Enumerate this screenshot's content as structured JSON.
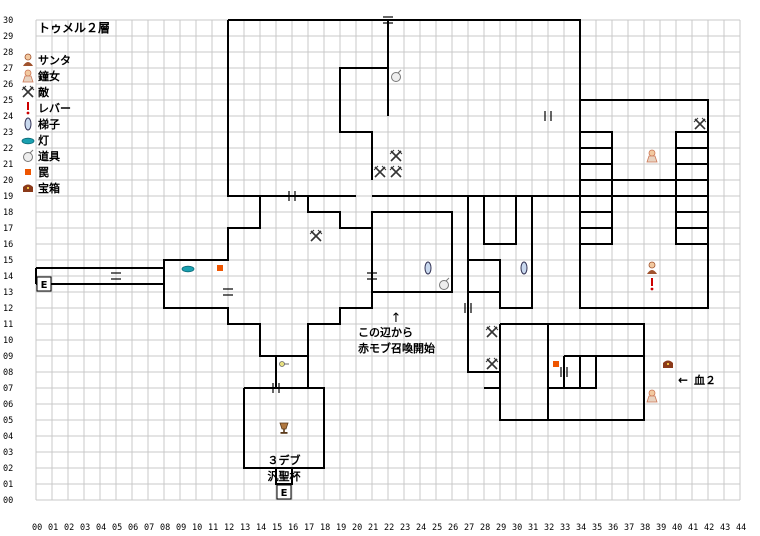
{
  "map_title": "トゥメル２層",
  "x_axis_labels": [
    "00",
    "01",
    "02",
    "03",
    "04",
    "05",
    "06",
    "07",
    "08",
    "09",
    "10",
    "11",
    "12",
    "13",
    "14",
    "15",
    "16",
    "17",
    "18",
    "19",
    "20",
    "21",
    "22",
    "23",
    "24",
    "25",
    "26",
    "27",
    "28",
    "29",
    "30",
    "31",
    "32",
    "33",
    "34",
    "35",
    "36",
    "37",
    "38",
    "39",
    "40",
    "41",
    "42",
    "43",
    "44"
  ],
  "y_axis_labels": [
    "00",
    "01",
    "02",
    "03",
    "04",
    "05",
    "06",
    "07",
    "08",
    "09",
    "10",
    "11",
    "12",
    "13",
    "14",
    "15",
    "16",
    "17",
    "18",
    "19",
    "20",
    "21",
    "22",
    "23",
    "24",
    "25",
    "26",
    "27",
    "28",
    "29",
    "30"
  ],
  "legend": [
    {
      "icon": "santa-icon",
      "label": "サンタ"
    },
    {
      "icon": "bell-woman-icon",
      "label": "鐘女"
    },
    {
      "icon": "enemy-icon",
      "label": "敵"
    },
    {
      "icon": "lever-icon",
      "label": "レバー"
    },
    {
      "icon": "ladder-icon",
      "label": "梯子"
    },
    {
      "icon": "lamp-icon",
      "label": "灯"
    },
    {
      "icon": "item-icon",
      "label": "道具"
    },
    {
      "icon": "trap-icon",
      "label": "罠"
    },
    {
      "icon": "chest-icon",
      "label": "宝箱"
    }
  ],
  "entrance_marker": "E",
  "annotations": {
    "arrow_up": "↑",
    "mob_line1": "この辺から",
    "mob_line2": "赤モブ召喚開始",
    "arrow_left": "←",
    "blood_label": "血２",
    "chalice_line1": "３デブ",
    "chalice_line2": "汎聖杯"
  },
  "colors": {
    "grid": "#c8c8c8",
    "wall": "#000000",
    "entrance": "#0000cc",
    "trap": "#ee5500",
    "lever": "#cc0000",
    "lamp": "#1aa0b0",
    "santa": "#a0522d",
    "bell_woman": "#cc7755",
    "chest": "#8b3a1a"
  }
}
